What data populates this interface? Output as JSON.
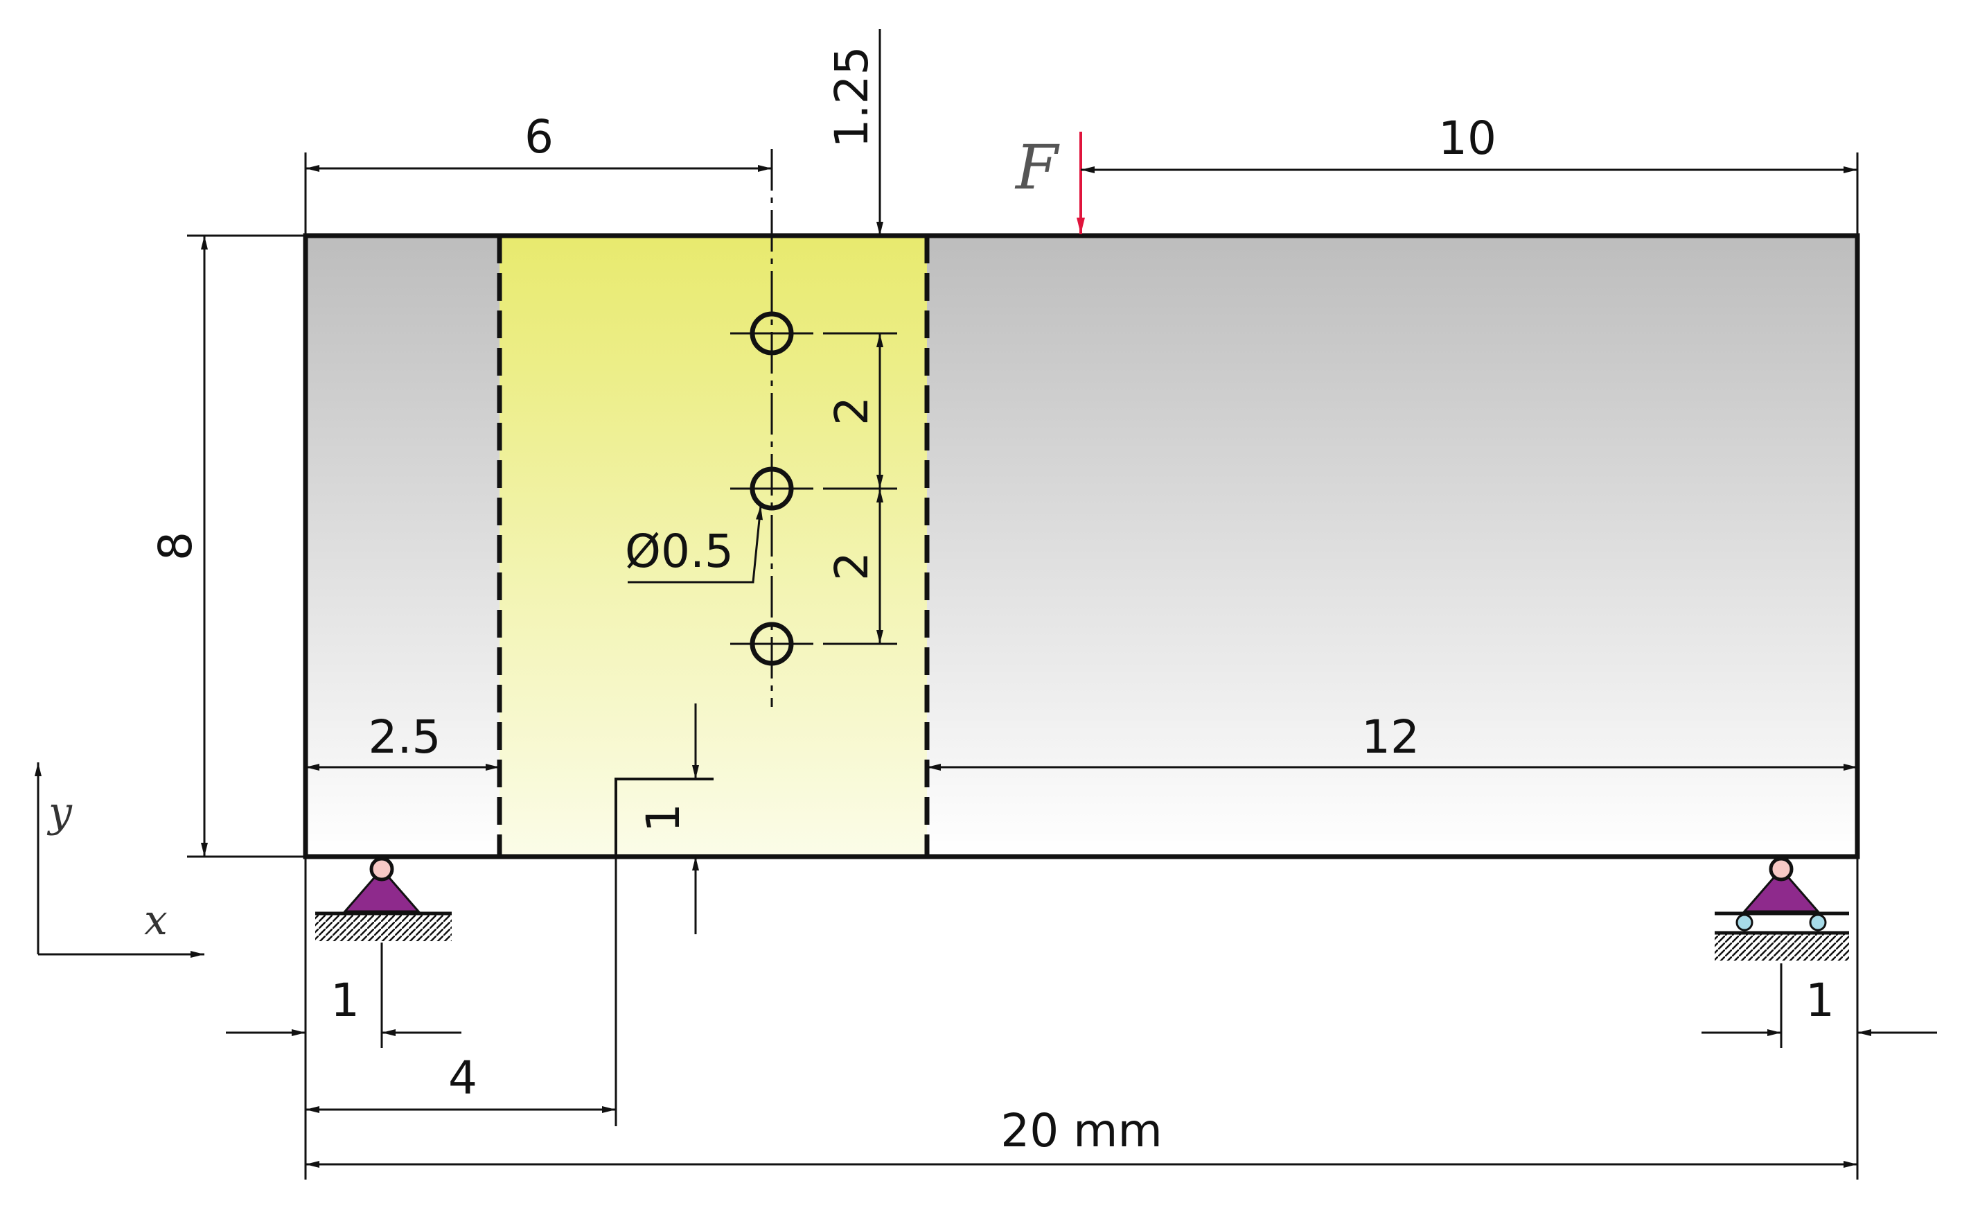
{
  "diagram": {
    "force_label": "F",
    "axis_x_label": "x",
    "axis_y_label": "y",
    "hole_diameter_label": "Ø0.5",
    "dimensions": {
      "left_to_center": "6",
      "top_offset": "1.25",
      "right_to_force": "10",
      "height": "8",
      "hole_spacing_upper": "2",
      "hole_spacing_lower": "2",
      "left_to_zone": "2.5",
      "zone_to_right": "12",
      "notch_height": "1",
      "left_support_offset": "1",
      "right_support_offset": "1",
      "notch_position": "4",
      "total_length": "20 mm"
    },
    "colors": {
      "beam_gray_top": "#bdbdbd",
      "beam_gray_bottom": "#ffffff",
      "zone_yellow_top": "#e8ea6e",
      "zone_yellow_bottom": "#fbfce8",
      "force_arrow": "#e0143c",
      "support_fill": "#8e2a8c",
      "pin_fill": "#f7c9c6",
      "roller_fill": "#a7dbe8",
      "line": "#111111"
    }
  }
}
